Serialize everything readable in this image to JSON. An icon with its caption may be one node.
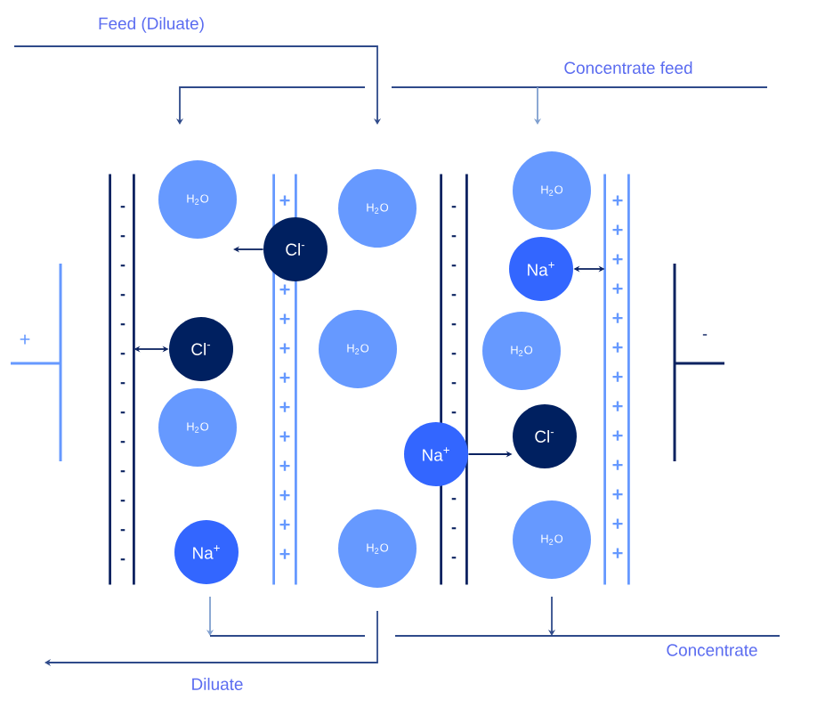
{
  "diagram": {
    "nodes": [
      {
        "text": [
          "H$_{2}$O"
        ]
      },
      {
        "text": [
          "H$_{2}$O"
        ]
      },
      {
        "text": [
          "H$_{2}$O"
        ]
      },
      {
        "text": [
          "Cl$^{-}$"
        ]
      },
      {
        "text": [
          "Na$^{+}$"
        ]
      },
      {
        "text": [
          "Cl$^{-}$"
        ]
      },
      {
        "text": [
          "H$_{2}$O"
        ]
      },
      {
        "text": [
          "H$_{2}$O"
        ]
      },
      {
        "text": [
          "H$_{2}$O"
        ]
      },
      {
        "text": [
          "Cl$^{-}$"
        ]
      },
      {
        "text": [
          "Na$^{+}$"
        ]
      },
      {
        "text": [
          "H$_{2}$O"
        ]
      },
      {
        "text": [
          "H$_{2}$O"
        ]
      },
      {
        "text": [
          "Na$^{+}$"
        ]
      },
      {
        "text": [],
        "shape": "bar"
      },
      {
        "text": [],
        "shape": "bar"
      },
      {
        "text": [],
        "shape": "bar"
      },
      {
        "text": [],
        "shape": "bar"
      }
    ],
    "edges": [
      {
        "from": 3,
        "to": null,
        "arrow": "to"
      },
      {
        "from": 4,
        "to": 17,
        "arrow": "both"
      },
      {
        "from": 5,
        "to": 14,
        "arrow": "both"
      },
      {
        "from": 10,
        "to": 9,
        "arrow": "to"
      }
    ],
    "labels": [
      "Feed (Diluate)",
      "Concentrate feed",
      "+",
      "-",
      "-",
      "-",
      "-",
      "-",
      "-",
      "-",
      "-",
      "-",
      "-",
      "-",
      "-",
      "-",
      "-",
      "+",
      "+",
      "+",
      "+",
      "+",
      "+",
      "+",
      "+",
      "+",
      "+",
      "+",
      "-",
      "-",
      "-",
      "-",
      "-",
      "-",
      "-",
      "-",
      "-",
      "-",
      "-",
      "+",
      "+",
      "+",
      "+",
      "+",
      "+",
      "+",
      "+",
      "+",
      "+",
      "+",
      "+",
      "+",
      "Diluate",
      "Concentrate"
    ]
  }
}
